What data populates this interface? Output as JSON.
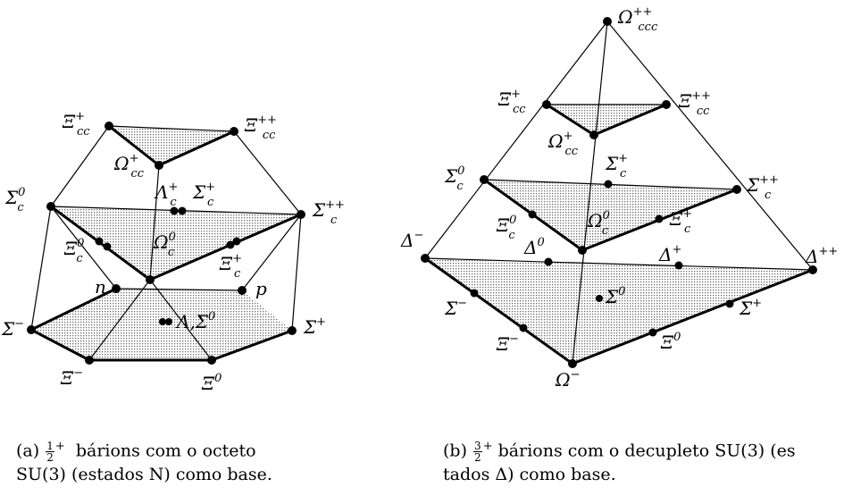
{
  "caption_a": {
    "tag": "(a)",
    "num": "1",
    "den": "2",
    "parity": "+",
    "line1": "bárions com o octeto",
    "line2": "SU(3) (estados N) como base."
  },
  "caption_b": {
    "tag": "(b)",
    "num": "3",
    "den": "2",
    "parity": "+",
    "line1": "bárions com o decupleto SU(3) (es",
    "line2": "tados Δ) como base."
  },
  "labels_a": [
    {
      "sym": "Ξ",
      "sup": "+",
      "sub": "cc"
    },
    {
      "sym": "Ξ",
      "sup": "++",
      "sub": "cc"
    },
    {
      "sym": "Ω",
      "sup": "+",
      "sub": "cc"
    },
    {
      "sym": "Λ",
      "sup": "+",
      "sub": "c"
    },
    {
      "sym": "Σ",
      "sup": "+",
      "sub": "c"
    },
    {
      "sym": "Σ",
      "sup": "0",
      "sub": "c"
    },
    {
      "sym": "Σ",
      "sup": "++",
      "sub": "c"
    },
    {
      "sym": "Ξ",
      "sup": "0",
      "sub": "c"
    },
    {
      "sym": "Ω",
      "sup": "0",
      "sub": "c"
    },
    {
      "sym": "Ξ",
      "sup": "+",
      "sub": "c"
    },
    {
      "sym": "n",
      "sup": "",
      "sub": ""
    },
    {
      "sym": "p",
      "sup": "",
      "sub": ""
    },
    {
      "sym": "Σ",
      "sup": "−",
      "sub": ""
    },
    {
      "sym": "Σ",
      "sup": "+",
      "sub": ""
    },
    {
      "sym": "Λ,Σ",
      "sup": "0",
      "sub": ""
    },
    {
      "sym": "Ξ",
      "sup": "−",
      "sub": ""
    },
    {
      "sym": "Ξ",
      "sup": "0",
      "sub": ""
    }
  ],
  "labels_b": [
    {
      "sym": "Ω",
      "sup": "++",
      "sub": "ccc"
    },
    {
      "sym": "Ξ",
      "sup": "+",
      "sub": "cc"
    },
    {
      "sym": "Ξ",
      "sup": "++",
      "sub": "cc"
    },
    {
      "sym": "Ω",
      "sup": "+",
      "sub": "cc"
    },
    {
      "sym": "Σ",
      "sup": "+",
      "sub": "c"
    },
    {
      "sym": "Σ",
      "sup": "0",
      "sub": "c"
    },
    {
      "sym": "Σ",
      "sup": "++",
      "sub": "c"
    },
    {
      "sym": "Ξ",
      "sup": "0",
      "sub": "c"
    },
    {
      "sym": "Ω",
      "sup": "0",
      "sub": "c"
    },
    {
      "sym": "Ξ",
      "sup": "+",
      "sub": "c"
    },
    {
      "sym": "Δ",
      "sup": "−",
      "sub": ""
    },
    {
      "sym": "Δ",
      "sup": "0",
      "sub": ""
    },
    {
      "sym": "Δ",
      "sup": "+",
      "sub": ""
    },
    {
      "sym": "Δ",
      "sup": "++",
      "sub": ""
    },
    {
      "sym": "Σ",
      "sup": "0",
      "sub": ""
    },
    {
      "sym": "Σ",
      "sup": "−",
      "sub": ""
    },
    {
      "sym": "Σ",
      "sup": "+",
      "sub": ""
    },
    {
      "sym": "Ξ",
      "sup": "−",
      "sub": ""
    },
    {
      "sym": "Ξ",
      "sup": "0",
      "sub": ""
    },
    {
      "sym": "Ω",
      "sup": "−",
      "sub": ""
    }
  ]
}
